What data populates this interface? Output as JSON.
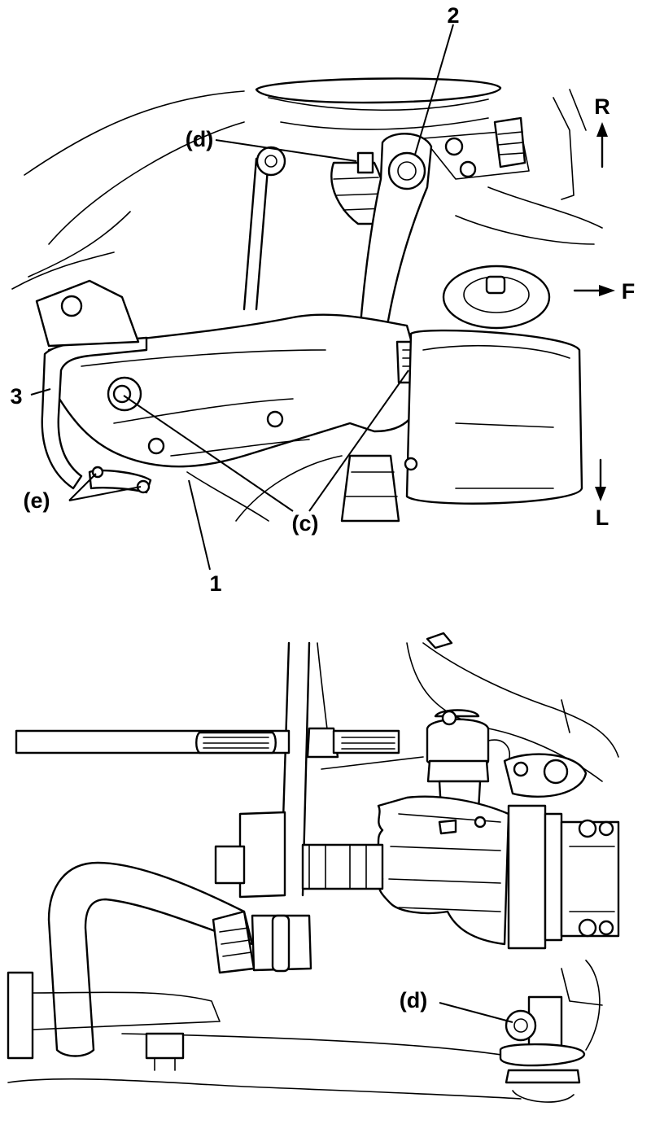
{
  "upper_figure": {
    "callouts": [
      {
        "id": "part-1",
        "text": "1"
      },
      {
        "id": "part-2",
        "text": "2"
      },
      {
        "id": "part-3",
        "text": "3"
      },
      {
        "id": "ref-c",
        "text": "(c)"
      },
      {
        "id": "ref-d",
        "text": "(d)"
      },
      {
        "id": "ref-e",
        "text": "(e)"
      }
    ],
    "directions": {
      "right": "R",
      "front": "F",
      "left": "L"
    }
  },
  "lower_figure": {
    "callouts": [
      {
        "id": "ref-d",
        "text": "(d)"
      }
    ]
  }
}
